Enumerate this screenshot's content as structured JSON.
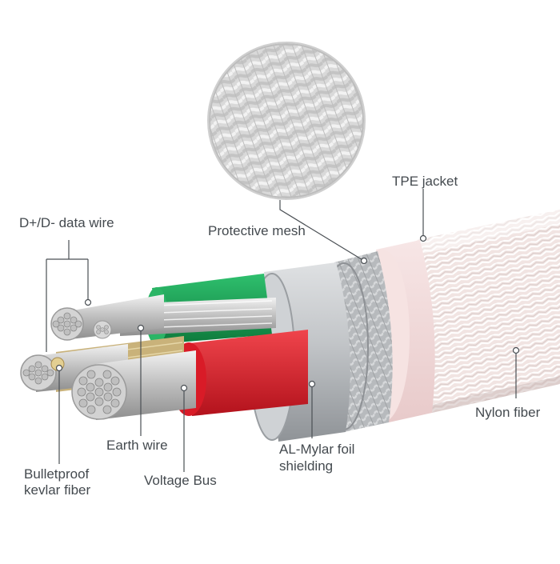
{
  "labels": {
    "data_wire": "D+/D- data wire",
    "protective_mesh": "Protective mesh",
    "tpe_jacket": "TPE jacket",
    "nylon_fiber": "Nylon fiber",
    "earth_wire": "Earth wire",
    "kevlar_line1": "Bulletproof",
    "kevlar_line2": "kevlar fiber",
    "voltage_bus": "Voltage Bus",
    "mylar_line1": "AL-Mylar foil",
    "mylar_line2": "shielding"
  },
  "colors": {
    "tpe_jacket": "#f3dada",
    "green_insulation": "#1fa35a",
    "red_insulation": "#e21f2b",
    "foil": "#c9cccf",
    "mesh": "#b9bcc0",
    "leader_line": "#4a4f54",
    "label_text": "#444a4f"
  }
}
